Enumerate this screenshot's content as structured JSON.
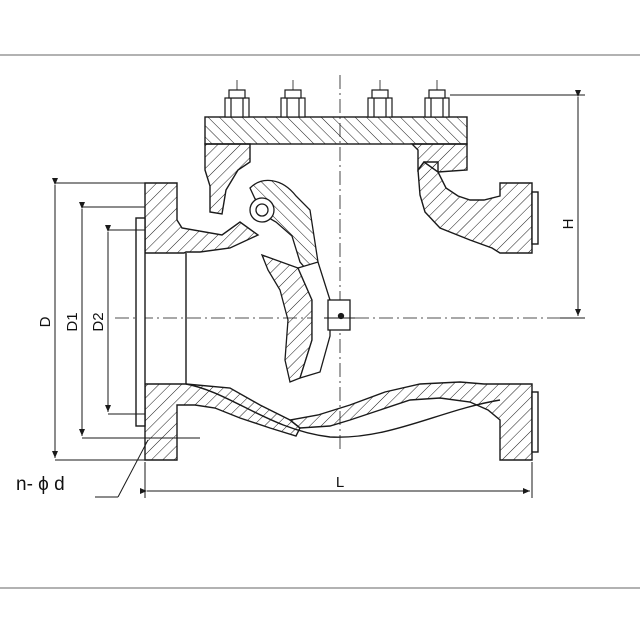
{
  "labels": {
    "D": "D",
    "D1": "D1",
    "D2": "D2",
    "H": "H",
    "L": "L",
    "bolt_holes": "n- ϕ d"
  },
  "colors": {
    "line": "#1a1a1a",
    "background": "#ffffff",
    "frame": "#666666"
  }
}
